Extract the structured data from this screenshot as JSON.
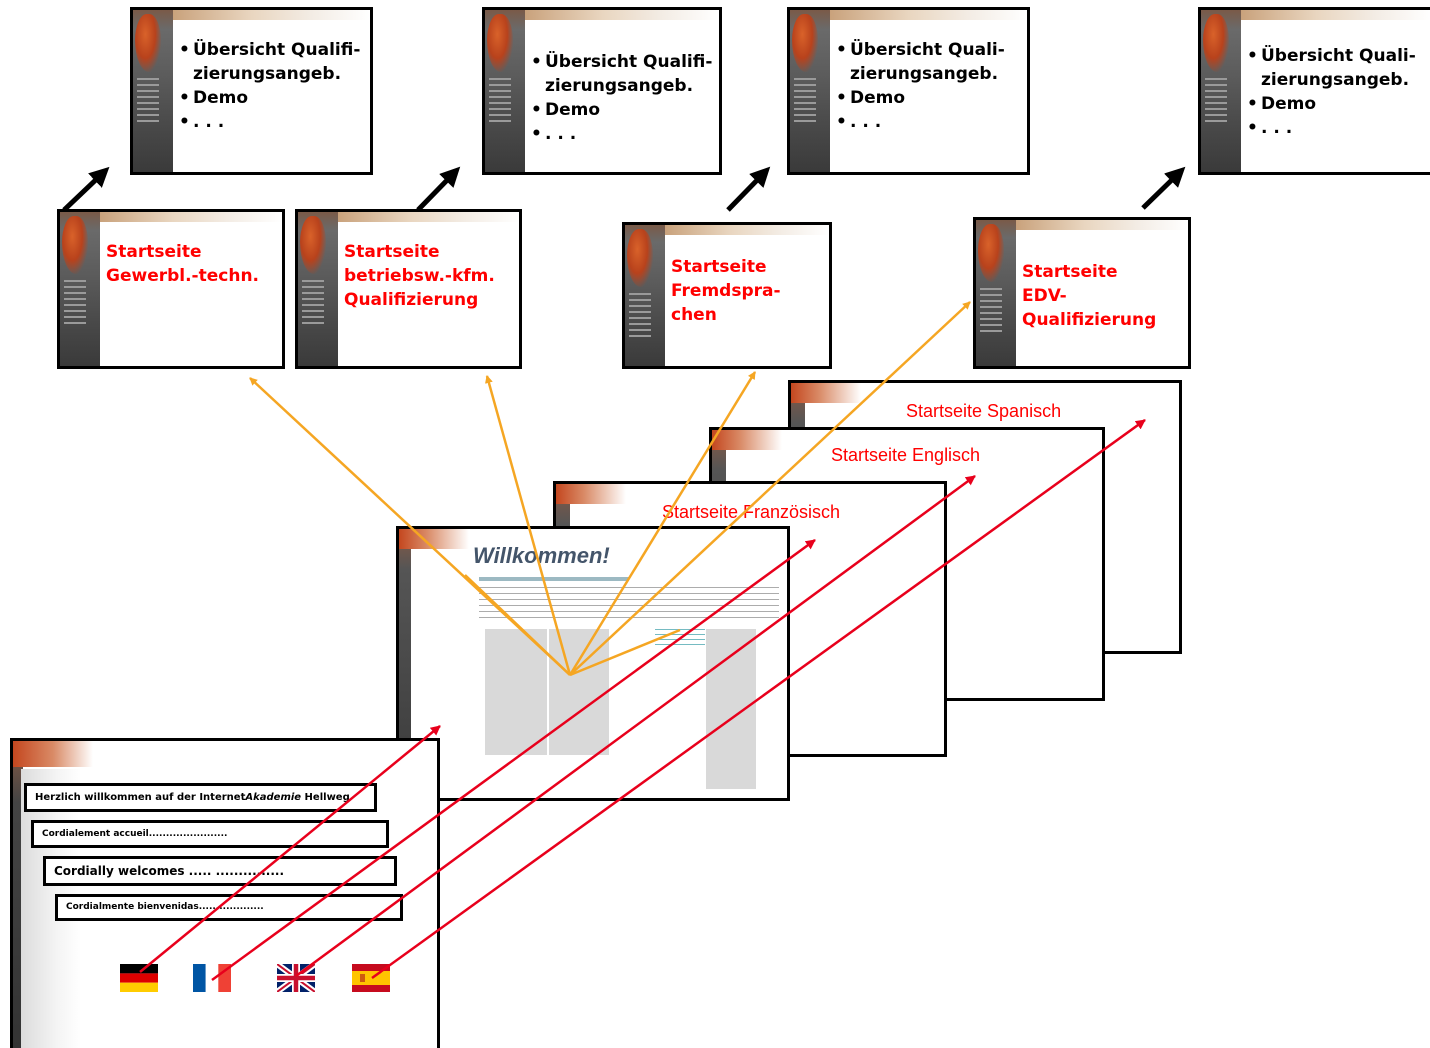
{
  "top_pages": {
    "bullets_a": [
      "Übersicht Quali-",
      "zierungsangeb.",
      "Demo",
      ". . ."
    ],
    "bullets_b": [
      "Übersicht Qualifi-",
      "zierungsangeb.",
      "Demo",
      ". . ."
    ]
  },
  "start_pages": [
    {
      "lines": [
        "Startseite",
        "Gewerbl.-techn."
      ]
    },
    {
      "lines": [
        "Startseite",
        "betriebsw.-kfm.",
        "Qualifizierung"
      ]
    },
    {
      "lines": [
        "Startseite",
        "Fremdspra-",
        "chen"
      ]
    },
    {
      "lines": [
        "Startseite",
        "EDV-",
        "Qualifizierung"
      ]
    }
  ],
  "language_pages": {
    "spanish": "Startseite Spanisch",
    "english": "Startseite Englisch",
    "french": "Startseite Französisch"
  },
  "welcome_page": {
    "title": "Willkommen!"
  },
  "entry_page": {
    "line_de_pre": "Herzlich willkommen auf der Internet",
    "line_de_em": "Akademie",
    "line_de_post": " Hellweg",
    "line_fr": "Cordialement accueil.......................",
    "line_en": "Cordially welcomes ..... ...............",
    "line_es": "Cordialmente bienvenidas..................."
  },
  "flags": [
    "german-flag",
    "french-flag",
    "uk-flag",
    "spanish-flag"
  ],
  "colors": {
    "arrow_orange": "#f5a623",
    "arrow_red": "#e8001c",
    "title_red": "#ff0000"
  }
}
